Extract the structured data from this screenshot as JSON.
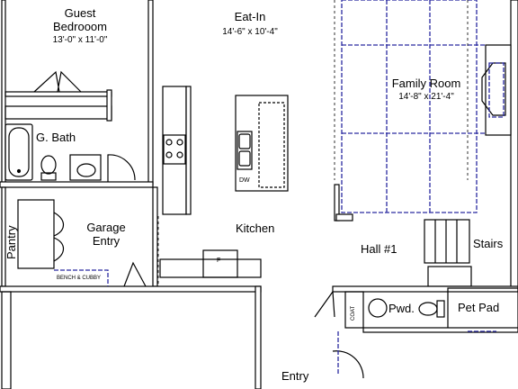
{
  "rooms": {
    "guest_bedroom": {
      "name_line1": "Guest",
      "name_line2": "Bedrooom",
      "dims": "13'-0\" x 11'-0\""
    },
    "eat_in": {
      "name": "Eat-In",
      "dims": "14'-6\" x 10'-4\""
    },
    "family_room": {
      "name": "Family Room",
      "dims": "14'-8\" x 21'-4\""
    },
    "guest_bath": {
      "name": "G. Bath"
    },
    "pantry": {
      "name": "Pantry"
    },
    "garage_entry": {
      "name_line1": "Garage",
      "name_line2": "Entry"
    },
    "kitchen": {
      "name": "Kitchen"
    },
    "hall": {
      "name": "Hall #1"
    },
    "stairs": {
      "name": "Stairs"
    },
    "powder": {
      "name": "Pwd."
    },
    "pet_pad": {
      "name": "Pet Pad"
    },
    "entry": {
      "name": "Entry"
    }
  },
  "fixtures": {
    "bench": "BENCH & CUBBY",
    "coat": "COAT",
    "dishwasher": "DW",
    "fridge": "F"
  },
  "colors": {
    "wall": "#000000",
    "beam": "#2a2aa0"
  }
}
